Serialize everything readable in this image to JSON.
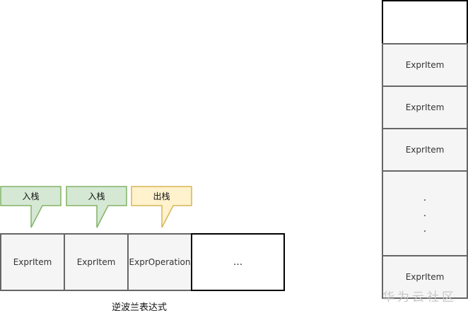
{
  "callouts": [
    {
      "label": "入栈",
      "fill": "#d5e8d4",
      "stroke": "#82b366"
    },
    {
      "label": "入栈",
      "fill": "#d5e8d4",
      "stroke": "#82b366"
    },
    {
      "label": "出栈",
      "fill": "#fff2cc",
      "stroke": "#d6b656"
    }
  ],
  "queue": {
    "cells": [
      "ExprItem",
      "ExprItem",
      "ExprOperation",
      "..."
    ],
    "caption": "逆波兰表达式"
  },
  "stack": {
    "cells": [
      "",
      "ExprItem",
      "ExprItem",
      "ExprItem",
      ".",
      ".",
      ".",
      "ExprItem"
    ]
  },
  "watermark": "华为云社区"
}
